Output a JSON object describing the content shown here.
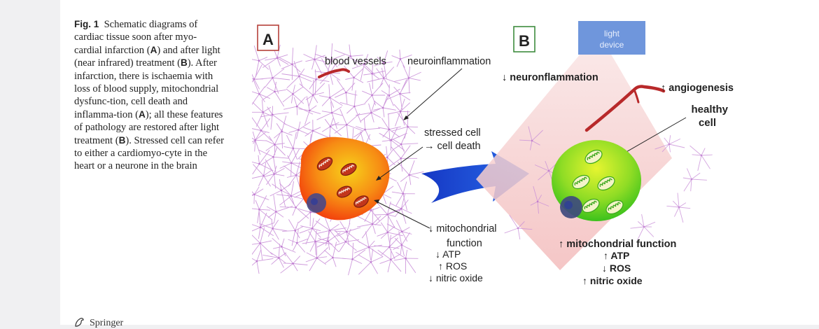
{
  "caption": {
    "fig_label": "Fig. 1",
    "s1": "Schematic diagrams of cardiac tissue soon after myo-cardial infarction (",
    "a": "A",
    "s2": ") and after light (near infrared) treatment (",
    "b": "B",
    "s3": "). After infarction, there is ischaemia with loss of blood supply, mitochondrial dysfunc-tion, cell death and inflamma-tion (",
    "s4": "); all these features of pathology are restored after light treatment (",
    "s5": "). Stressed cell can refer to either a cardiomyo-cyte in the heart or a neurone in the brain"
  },
  "panel_a": {
    "badge": "A",
    "blood_vessels": "blood vessels",
    "neuroinflammation": "neuroinflammation",
    "stressed_line1": "stressed cell",
    "stressed_line2": "→ cell death",
    "mito_line1": "↓ mitochondrial",
    "mito_line2": "function",
    "atp": "↓ ATP",
    "ros": "↑ ROS",
    "no": "↓ nitric oxide"
  },
  "panel_b": {
    "badge": "B",
    "device_line1": "light",
    "device_line2": "device",
    "neuro": "↓ neuronflammation",
    "angio": "↑ angiogenesis",
    "healthy_line1": "healthy",
    "healthy_line2": "cell",
    "mito": "↑ mitochondrial function",
    "atp": "↑ ATP",
    "ros": "↓ ROS",
    "no": "↑ nitric oxide"
  },
  "colors": {
    "badge_a_border": "#b5403a",
    "badge_b_border": "#3e8c3e",
    "vessel": "#b8292a",
    "network": "#c98fd8",
    "arrow": "#1f4fd6",
    "device": "#6f96dc",
    "beam": "#f6cccc",
    "stressed_inner": "#f7d21a",
    "stressed_outer": "#f23a0c",
    "healthy_inner": "#e6f530",
    "healthy_outer": "#3bc11c"
  },
  "footer": {
    "publisher": "Springer"
  }
}
